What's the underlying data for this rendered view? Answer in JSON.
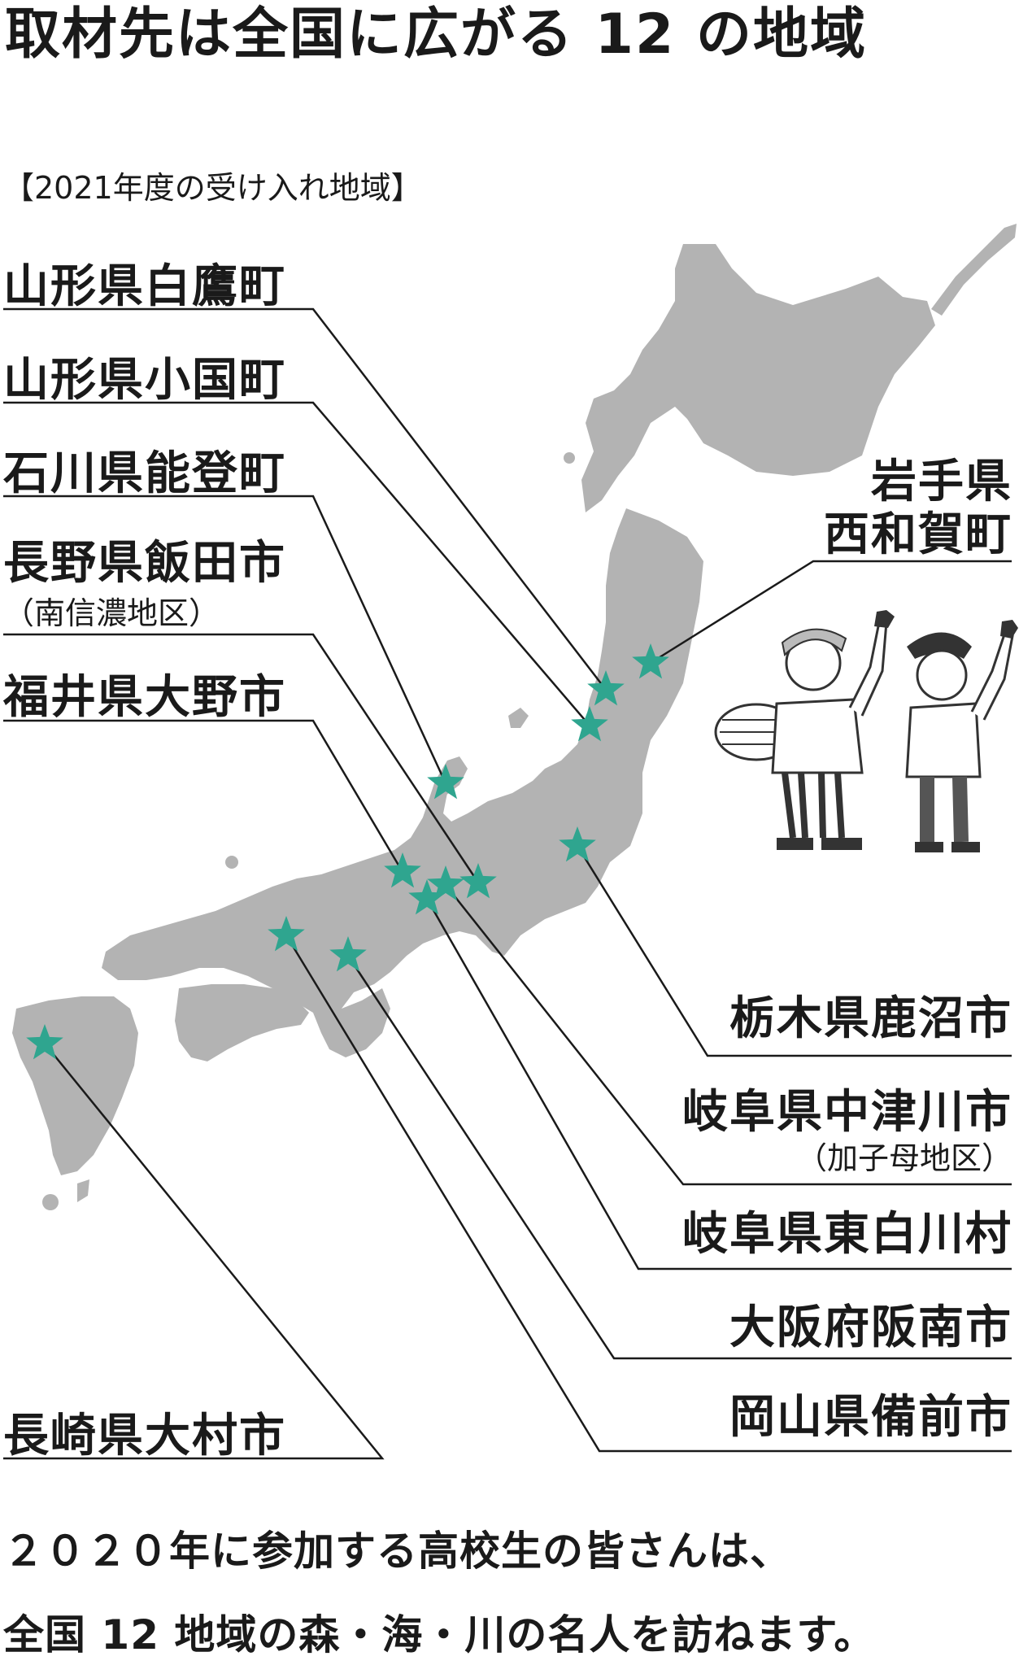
{
  "title": "取材先は全国に広がる 12 の地域",
  "subtitle": "【2021年度の受け入れ地域】",
  "colors": {
    "land": "#b3b3b3",
    "star": "#2fa58f",
    "line": "#1a1a1a"
  },
  "regions": [
    {
      "id": "yamagata-shirataka",
      "label": "山形県白鷹町"
    },
    {
      "id": "yamagata-oguni",
      "label": "山形県小国町"
    },
    {
      "id": "ishikawa-noto",
      "label": "石川県能登町"
    },
    {
      "id": "nagano-iida",
      "label": "長野県飯田市",
      "note": "（南信濃地区）"
    },
    {
      "id": "fukui-ono",
      "label": "福井県大野市"
    },
    {
      "id": "iwate-nishiwaga",
      "label_line1": "岩手県",
      "label_line2": "西和賀町"
    },
    {
      "id": "tochigi-kanuma",
      "label": "栃木県鹿沼市"
    },
    {
      "id": "gifu-nakatsugawa",
      "label": "岐阜県中津川市",
      "note": "（加子母地区）"
    },
    {
      "id": "gifu-higashishirakawa",
      "label": "岐阜県東白川村"
    },
    {
      "id": "osaka-hannan",
      "label": "大阪府阪南市"
    },
    {
      "id": "okayama-bizen",
      "label": "岡山県備前市"
    },
    {
      "id": "nagasaki-omura",
      "label": "長崎県大村市"
    }
  ],
  "footer": {
    "line1": "２０２０年に参加する高校生の皆さんは、",
    "line2": "全国 12 地域の森・海・川の名人を訪ねます。"
  },
  "icons": {
    "map": "japan-map-icon",
    "marker": "star-icon",
    "people": "people-illustration-icon"
  }
}
